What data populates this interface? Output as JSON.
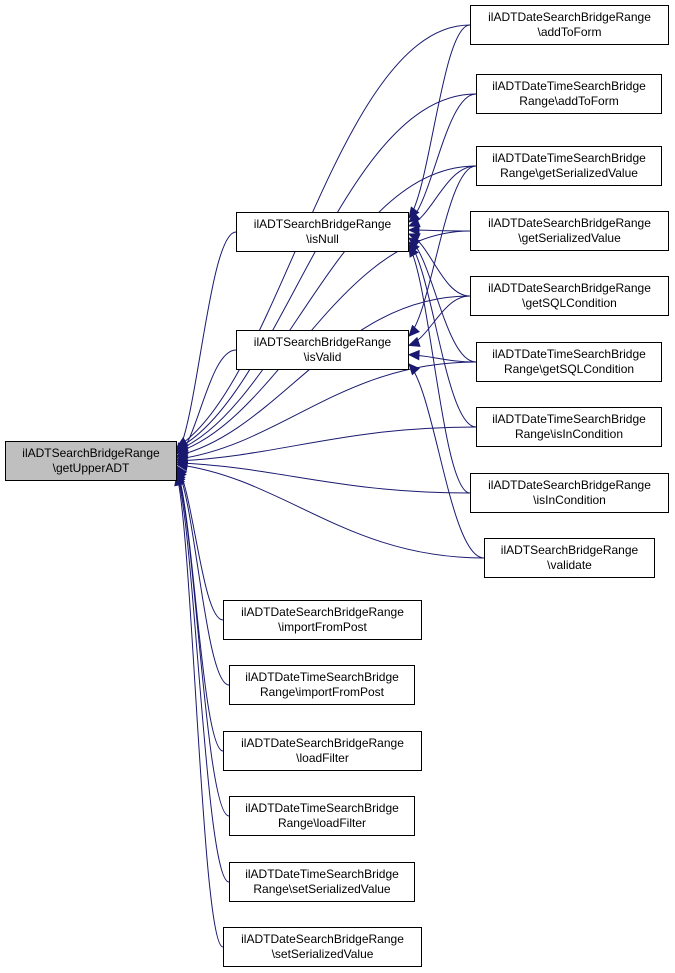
{
  "graph": {
    "edge_color": "#191970",
    "focus_fill": "#bfbfbf",
    "nodes": {
      "getUpperADT": {
        "l1": "ilADTSearchBridgeRange",
        "l2": "\\getUpperADT"
      },
      "isNull": {
        "l1": "ilADTSearchBridgeRange",
        "l2": "\\isNull"
      },
      "isValid": {
        "l1": "ilADTSearchBridgeRange",
        "l2": "\\isValid"
      },
      "date_addToForm": {
        "l1": "ilADTDateSearchBridgeRange",
        "l2": "\\addToForm"
      },
      "datetime_addToForm": {
        "l1": "ilADTDateTimeSearchBridge",
        "l2": "Range\\addToForm"
      },
      "datetime_getSerializedValue": {
        "l1": "ilADTDateTimeSearchBridge",
        "l2": "Range\\getSerializedValue"
      },
      "date_getSerializedValue": {
        "l1": "ilADTDateSearchBridgeRange",
        "l2": "\\getSerializedValue"
      },
      "date_getSQLCondition": {
        "l1": "ilADTDateSearchBridgeRange",
        "l2": "\\getSQLCondition"
      },
      "datetime_getSQLCondition": {
        "l1": "ilADTDateTimeSearchBridge",
        "l2": "Range\\getSQLCondition"
      },
      "datetime_isInCondition": {
        "l1": "ilADTDateTimeSearchBridge",
        "l2": "Range\\isInCondition"
      },
      "date_isInCondition": {
        "l1": "ilADTDateSearchBridgeRange",
        "l2": "\\isInCondition"
      },
      "validate": {
        "l1": "ilADTSearchBridgeRange",
        "l2": "\\validate"
      },
      "date_importFromPost": {
        "l1": "ilADTDateSearchBridgeRange",
        "l2": "\\importFromPost"
      },
      "datetime_importFromPost": {
        "l1": "ilADTDateTimeSearchBridge",
        "l2": "Range\\importFromPost"
      },
      "date_loadFilter": {
        "l1": "ilADTDateSearchBridgeRange",
        "l2": "\\loadFilter"
      },
      "datetime_loadFilter": {
        "l1": "ilADTDateTimeSearchBridge",
        "l2": "Range\\loadFilter"
      },
      "datetime_setSerializedValue": {
        "l1": "ilADTDateTimeSearchBridge",
        "l2": "Range\\setSerializedValue"
      },
      "date_setSerializedValue": {
        "l1": "ilADTDateSearchBridgeRange",
        "l2": "\\setSerializedValue"
      }
    },
    "edges": [
      {
        "from": "date_addToForm",
        "to": "getUpperADT"
      },
      {
        "from": "datetime_addToForm",
        "to": "getUpperADT"
      },
      {
        "from": "datetime_getSerializedValue",
        "to": "getUpperADT"
      },
      {
        "from": "date_getSerializedValue",
        "to": "getUpperADT"
      },
      {
        "from": "date_getSQLCondition",
        "to": "getUpperADT"
      },
      {
        "from": "datetime_getSQLCondition",
        "to": "getUpperADT"
      },
      {
        "from": "datetime_isInCondition",
        "to": "getUpperADT"
      },
      {
        "from": "date_isInCondition",
        "to": "getUpperADT"
      },
      {
        "from": "validate",
        "to": "getUpperADT"
      },
      {
        "from": "isNull",
        "to": "getUpperADT"
      },
      {
        "from": "isValid",
        "to": "getUpperADT"
      },
      {
        "from": "date_importFromPost",
        "to": "getUpperADT"
      },
      {
        "from": "datetime_importFromPost",
        "to": "getUpperADT"
      },
      {
        "from": "date_loadFilter",
        "to": "getUpperADT"
      },
      {
        "from": "datetime_loadFilter",
        "to": "getUpperADT"
      },
      {
        "from": "datetime_setSerializedValue",
        "to": "getUpperADT"
      },
      {
        "from": "date_setSerializedValue",
        "to": "getUpperADT"
      },
      {
        "from": "date_addToForm",
        "to": "isNull"
      },
      {
        "from": "datetime_addToForm",
        "to": "isNull"
      },
      {
        "from": "datetime_getSerializedValue",
        "to": "isNull"
      },
      {
        "from": "date_getSerializedValue",
        "to": "isNull"
      },
      {
        "from": "date_getSQLCondition",
        "to": "isNull"
      },
      {
        "from": "datetime_getSQLCondition",
        "to": "isNull"
      },
      {
        "from": "datetime_isInCondition",
        "to": "isNull"
      },
      {
        "from": "date_isInCondition",
        "to": "isNull"
      },
      {
        "from": "datetime_getSerializedValue",
        "to": "isValid"
      },
      {
        "from": "date_getSQLCondition",
        "to": "isValid"
      },
      {
        "from": "datetime_getSQLCondition",
        "to": "isValid"
      },
      {
        "from": "validate",
        "to": "isValid"
      }
    ]
  }
}
